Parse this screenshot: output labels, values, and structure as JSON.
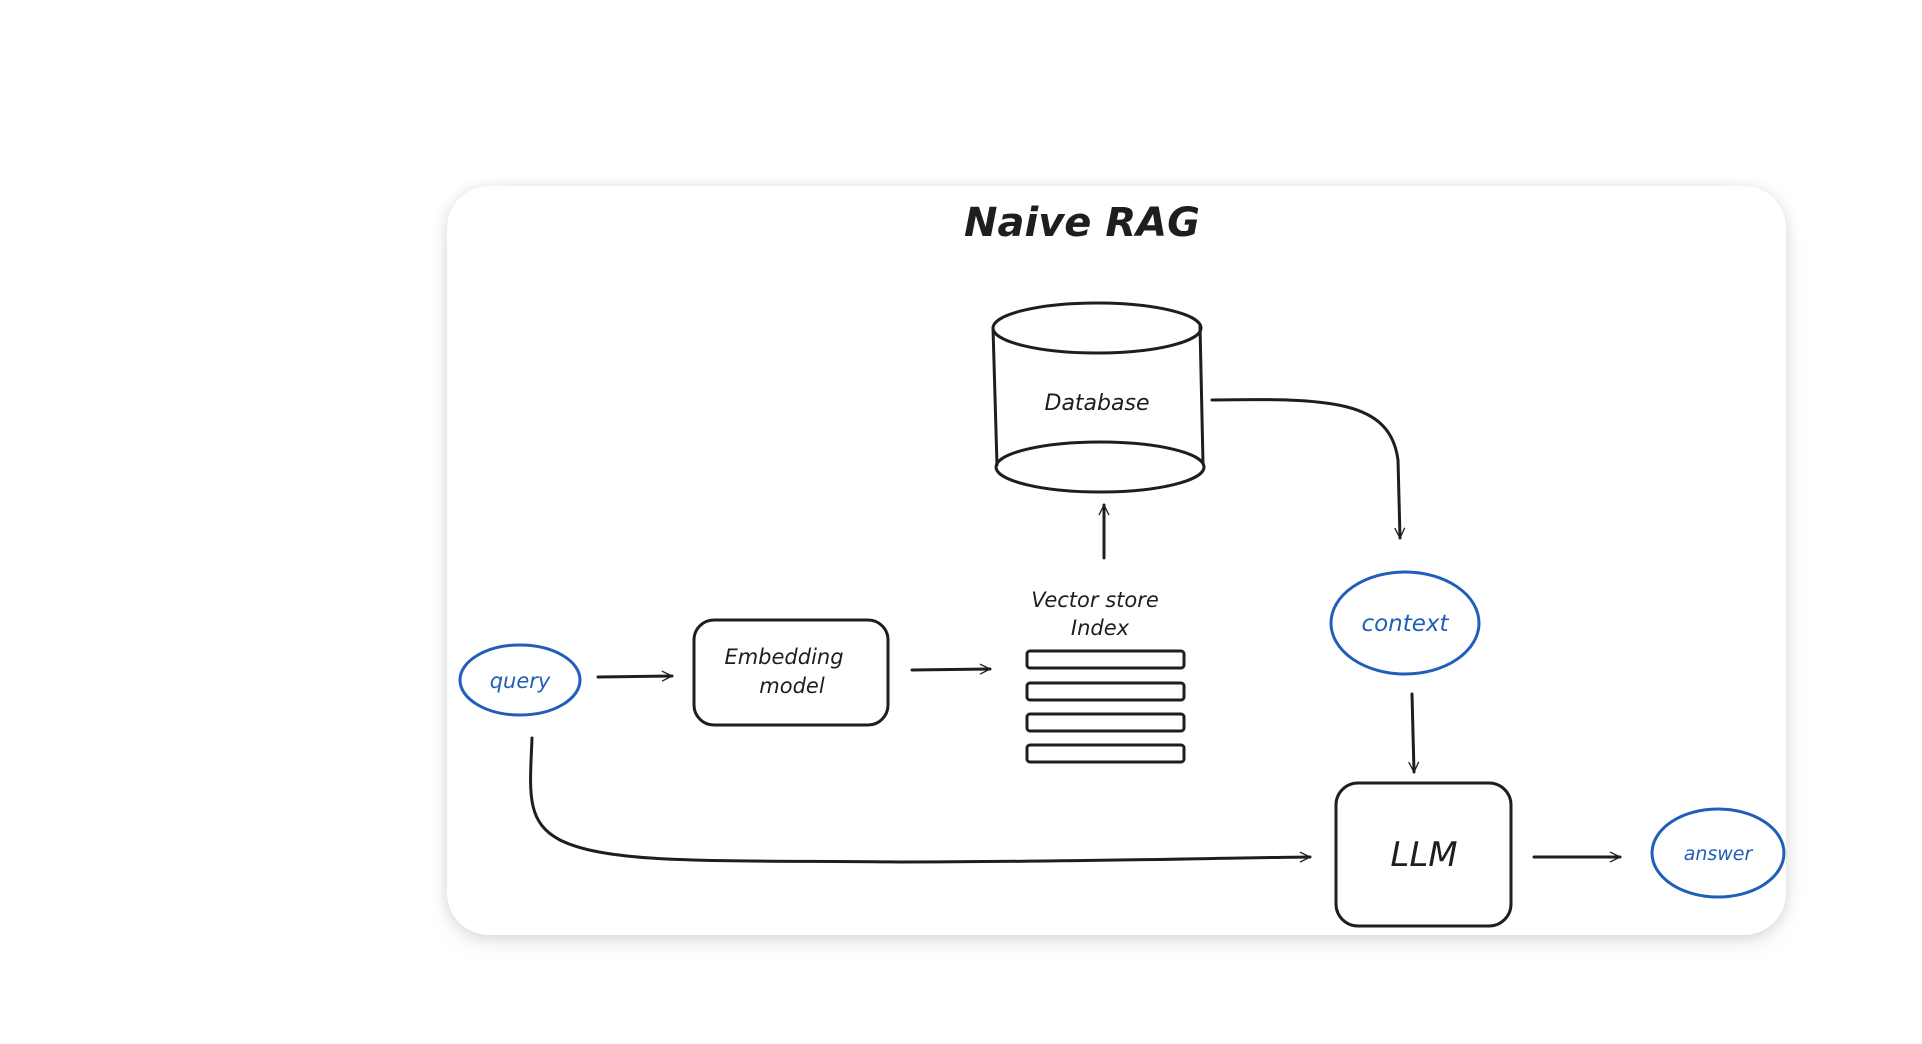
{
  "title": "Naive RAG",
  "nodes": {
    "query": "query",
    "embedding_line1": "Embedding",
    "embedding_line2": "model",
    "vector_line1": "Vector store",
    "vector_line2": "Index",
    "database": "Database",
    "context": "context",
    "llm": "LLM",
    "answer": "answer"
  },
  "colors": {
    "ink": "#1e1e1e",
    "accent": "#1f5fb8",
    "card": "#ffffff"
  }
}
